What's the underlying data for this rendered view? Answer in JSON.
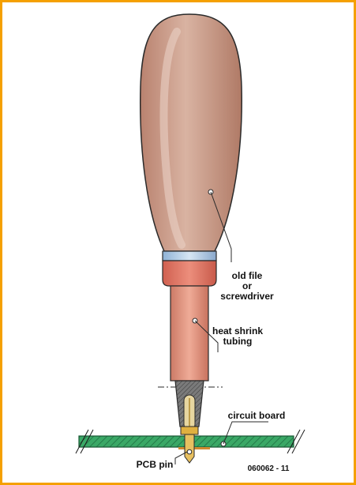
{
  "labels": {
    "handle_line1": "old file",
    "handle_line2": "or",
    "handle_line3": "screwdriver",
    "tubing_line1": "heat shrink",
    "tubing_line2": "tubing",
    "board": "circuit board",
    "pin": "PCB pin",
    "figure_id": "060062 - 11"
  },
  "colors": {
    "frame": "#f5a000",
    "handle": "#c98f7a",
    "ferrule_band": "#a8c6e4",
    "collar": "#dc7060",
    "shaft": "#e2917d",
    "tip": "#8a8a8a",
    "board": "#2f9a5a",
    "pin": "#e0b040"
  }
}
